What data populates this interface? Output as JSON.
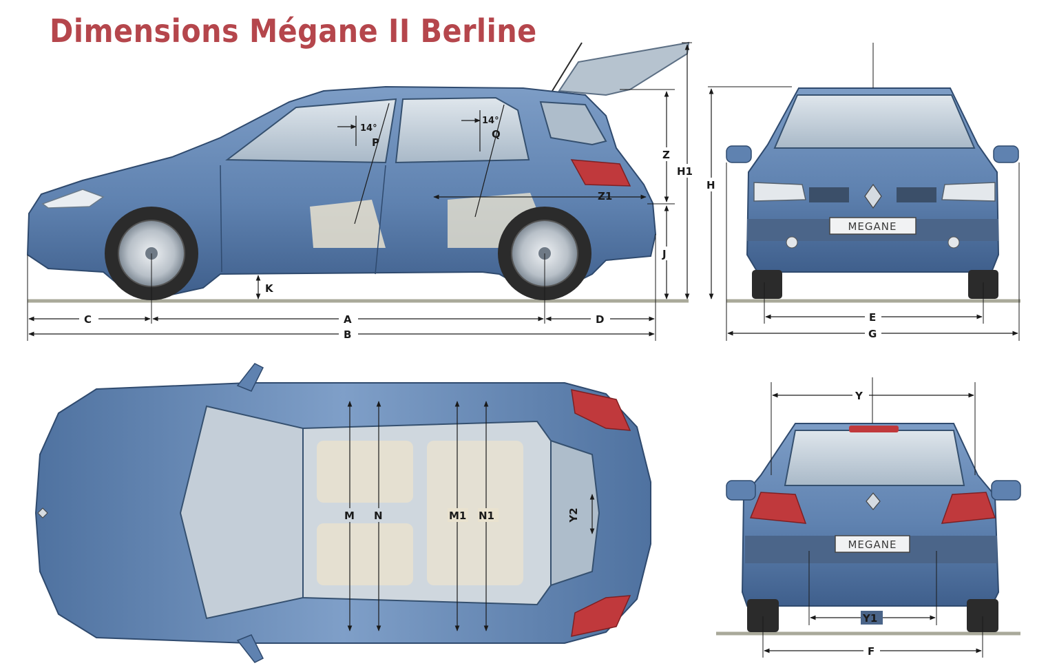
{
  "title": "Dimensions Mégane II Berline",
  "colors": {
    "title": "#b5464c",
    "body": "#5f82b0",
    "body_dark": "#3f5f8c",
    "glass": "#c9d3dc",
    "interior": "#e9e2cf",
    "tail_light": "#c0393c",
    "tyre": "#2b2b2b",
    "ground": "#a9a99a"
  },
  "labels": {
    "side": {
      "A": "A",
      "B": "B",
      "C": "C",
      "D": "D",
      "H1": "H1",
      "J": "J",
      "K": "K",
      "Z": "Z",
      "Z1": "Z1",
      "P": "P",
      "Q": "Q",
      "angle_front": "14°",
      "angle_rear": "14°"
    },
    "front": {
      "E": "E",
      "G": "G",
      "H": "H"
    },
    "top": {
      "M": "M",
      "N": "N",
      "M1": "M1",
      "N1": "N1",
      "Y2": "Y2"
    },
    "rear": {
      "Y": "Y",
      "Y1": "Y1",
      "F": "F"
    }
  },
  "plates": {
    "front": "MEGANE",
    "rear": "MEGANE"
  }
}
